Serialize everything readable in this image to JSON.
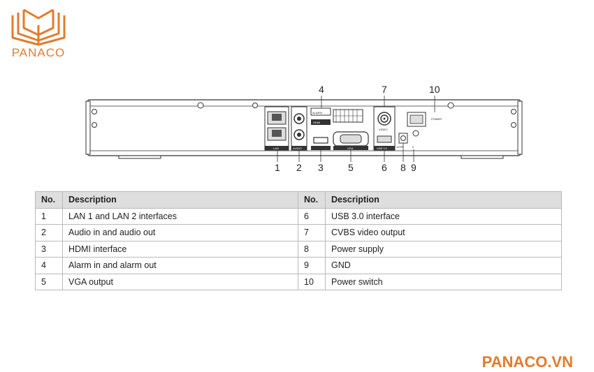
{
  "brand": {
    "logo_text": "PANACO",
    "website": "PANACO.VN",
    "accent": "#e47b2c"
  },
  "diagram": {
    "callouts": [
      "1",
      "2",
      "3",
      "4",
      "5",
      "6",
      "7",
      "8",
      "9",
      "10"
    ],
    "port_labels": {
      "lan": "LAN",
      "audio": "AUDIO",
      "hdmi": "HDMI",
      "vga": "VGA",
      "usb": "USB 3.0",
      "video": "VIDEO",
      "power": "POWER",
      "alarm": "ALARM",
      "dc": "12V⎓"
    }
  },
  "table": {
    "headers": {
      "no": "No.",
      "description": "Description"
    },
    "rows": [
      {
        "no1": "1",
        "desc1": "LAN 1 and LAN 2 interfaces",
        "no2": "6",
        "desc2": "USB 3.0 interface"
      },
      {
        "no1": "2",
        "desc1": "Audio in and audio out",
        "no2": "7",
        "desc2": "CVBS video output"
      },
      {
        "no1": "3",
        "desc1": "HDMI interface",
        "no2": "8",
        "desc2": "Power supply"
      },
      {
        "no1": "4",
        "desc1": "Alarm in and alarm out",
        "no2": "9",
        "desc2": "GND"
      },
      {
        "no1": "5",
        "desc1": "VGA output",
        "no2": "10",
        "desc2": "Power switch"
      }
    ]
  }
}
